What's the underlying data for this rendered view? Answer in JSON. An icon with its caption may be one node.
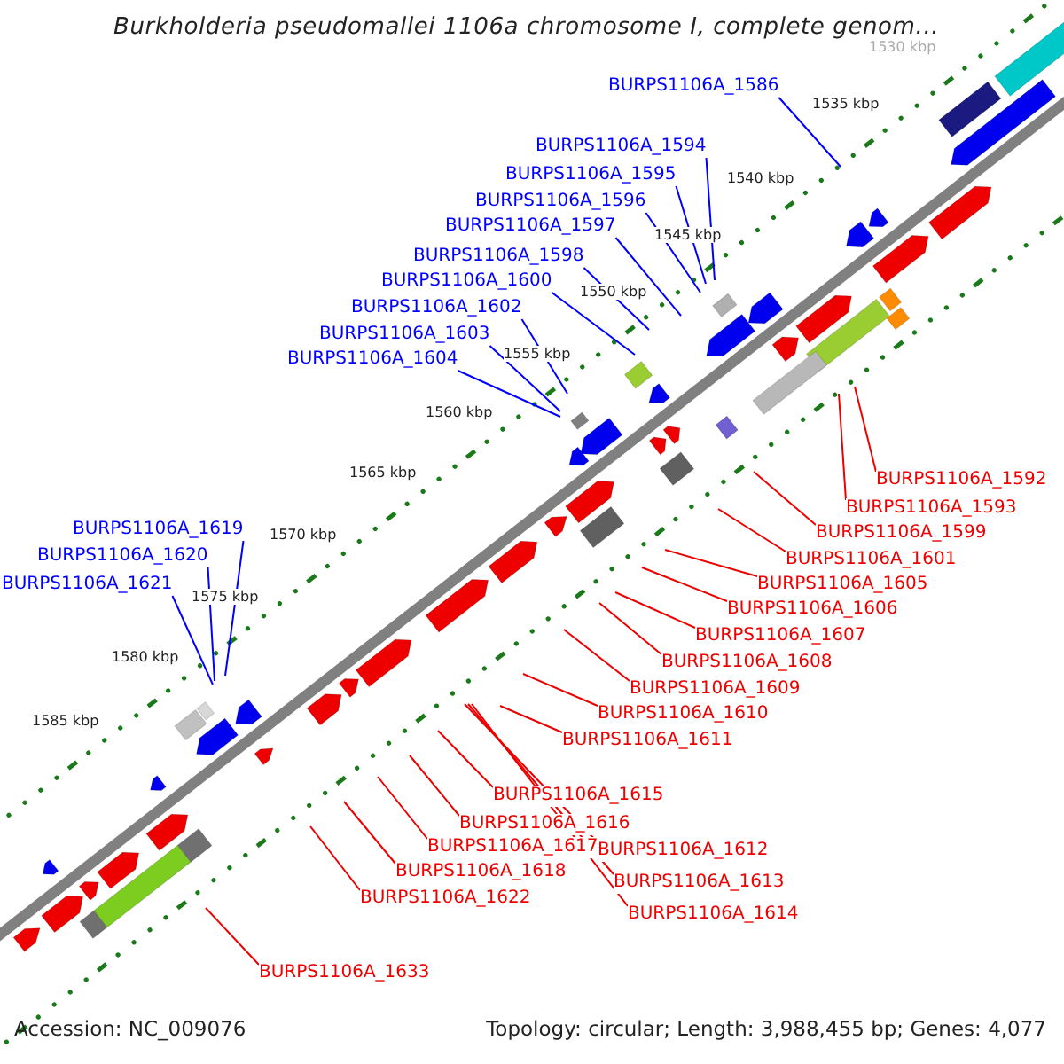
{
  "diagram": {
    "title": "Burkholderia pseudomallei 1106a chromosome I, complete genom...",
    "nodes": [
      {
        "text": [
          "BURPS1106A_1586"
        ]
      },
      {
        "text": [
          "BURPS1106A_1594"
        ]
      },
      {
        "text": [
          "BURPS1106A_1595"
        ]
      },
      {
        "text": [
          "BURPS1106A_1596"
        ]
      },
      {
        "text": [
          "BURPS1106A_1597"
        ]
      },
      {
        "text": [
          "BURPS1106A_1598"
        ]
      },
      {
        "text": [
          "BURPS1106A_1600"
        ]
      },
      {
        "text": [
          "BURPS1106A_1602"
        ]
      },
      {
        "text": [
          "BURPS1106A_1603"
        ]
      },
      {
        "text": [
          "BURPS1106A_1604"
        ]
      },
      {
        "text": [
          "BURPS1106A_1592"
        ]
      },
      {
        "text": [
          "BURPS1106A_1593"
        ]
      },
      {
        "text": [
          "BURPS1106A_1599"
        ]
      },
      {
        "text": [
          "BURPS1106A_1619"
        ]
      },
      {
        "text": [
          "BURPS1106A_1601"
        ]
      },
      {
        "text": [
          "BURPS1106A_1620"
        ]
      },
      {
        "text": [
          "BURPS1106A_1605"
        ]
      },
      {
        "text": [
          "BURPS1106A_1621"
        ]
      },
      {
        "text": [
          "BURPS1106A_1606"
        ]
      },
      {
        "text": [
          "BURPS1106A_1607"
        ]
      },
      {
        "text": [
          "BURPS1106A_1608"
        ]
      },
      {
        "text": [
          "BURPS1106A_1609"
        ]
      },
      {
        "text": [
          "BURPS1106A_1610"
        ]
      },
      {
        "text": [
          "BURPS1106A_1611"
        ]
      },
      {
        "text": [
          "BURPS1106A_1615"
        ]
      },
      {
        "text": [
          "BURPS1106A_1616"
        ]
      },
      {
        "text": [
          "BURPS1106A_1617"
        ]
      },
      {
        "text": [
          "BURPS1106A_1612"
        ]
      },
      {
        "text": [
          "BURPS1106A_1618"
        ]
      },
      {
        "text": [
          "BURPS1106A_1613"
        ]
      },
      {
        "text": [
          "BURPS1106A_1622"
        ]
      },
      {
        "text": [
          "BURPS1106A_1614"
        ]
      },
      {
        "text": [
          "BURPS1106A_1633"
        ]
      }
    ],
    "edges": [
      {
        "from": 0,
        "to": null,
        "arrow": "none",
        "color": "#0000ff"
      },
      {
        "from": 1,
        "to": null,
        "arrow": "none",
        "color": "#0000ff"
      },
      {
        "from": 2,
        "to": null,
        "arrow": "none",
        "color": "#0000ff"
      },
      {
        "from": 3,
        "to": null,
        "arrow": "none",
        "color": "#0000ff"
      },
      {
        "from": 4,
        "to": null,
        "arrow": "none",
        "color": "#0000ff"
      },
      {
        "from": 5,
        "to": null,
        "arrow": "none",
        "color": "#0000ff"
      },
      {
        "from": 6,
        "to": null,
        "arrow": "none",
        "color": "#0000ff"
      },
      {
        "from": 7,
        "to": null,
        "arrow": "none",
        "color": "#0000ff"
      },
      {
        "from": 8,
        "to": null,
        "arrow": "none",
        "color": "#0000ff"
      },
      {
        "from": 9,
        "to": null,
        "arrow": "none",
        "color": "#0000ff"
      },
      {
        "from": 10,
        "to": null,
        "arrow": "none"
      },
      {
        "from": 11,
        "to": null,
        "arrow": "none"
      },
      {
        "from": 12,
        "to": null,
        "arrow": "none"
      },
      {
        "from": 13,
        "to": null,
        "arrow": "none",
        "color": "#0000ff"
      },
      {
        "from": 14,
        "to": null,
        "arrow": "none"
      },
      {
        "from": 15,
        "to": null,
        "arrow": "none",
        "color": "#0000ff"
      },
      {
        "from": 16,
        "to": null,
        "arrow": "none"
      },
      {
        "from": 17,
        "to": null,
        "arrow": "none",
        "color": "#0000ff"
      },
      {
        "from": 18,
        "to": null,
        "arrow": "none"
      },
      {
        "from": 19,
        "to": null,
        "arrow": "none"
      },
      {
        "from": 20,
        "to": null,
        "arrow": "none"
      },
      {
        "from": 21,
        "to": null,
        "arrow": "none"
      },
      {
        "from": 22,
        "to": null,
        "arrow": "none"
      },
      {
        "from": 23,
        "to": null,
        "arrow": "none"
      },
      {
        "from": 24,
        "to": null,
        "arrow": "none"
      },
      {
        "from": 25,
        "to": null,
        "arrow": "none"
      },
      {
        "from": 26,
        "to": null,
        "arrow": "none"
      },
      {
        "from": 27,
        "to": null,
        "arrow": "none"
      },
      {
        "from": 28,
        "to": null,
        "arrow": "none"
      },
      {
        "from": 29,
        "to": null,
        "arrow": "none"
      },
      {
        "from": 30,
        "to": null,
        "arrow": "none"
      },
      {
        "from": 31,
        "to": null,
        "arrow": "none"
      },
      {
        "from": 32,
        "to": null,
        "arrow": "none"
      }
    ],
    "labels": [
      "1530 kbp",
      "1535 kbp",
      "1540 kbp",
      "1545 kbp",
      "1550 kbp",
      "1555 kbp",
      "1560 kbp",
      "1565 kbp",
      "1570 kbp",
      "1575 kbp",
      "1580 kbp",
      "1585 kbp",
      "Accession: NC_009076",
      "Topology: circular; Length: 3,988,455 bp; Genes: 4,077"
    ]
  }
}
